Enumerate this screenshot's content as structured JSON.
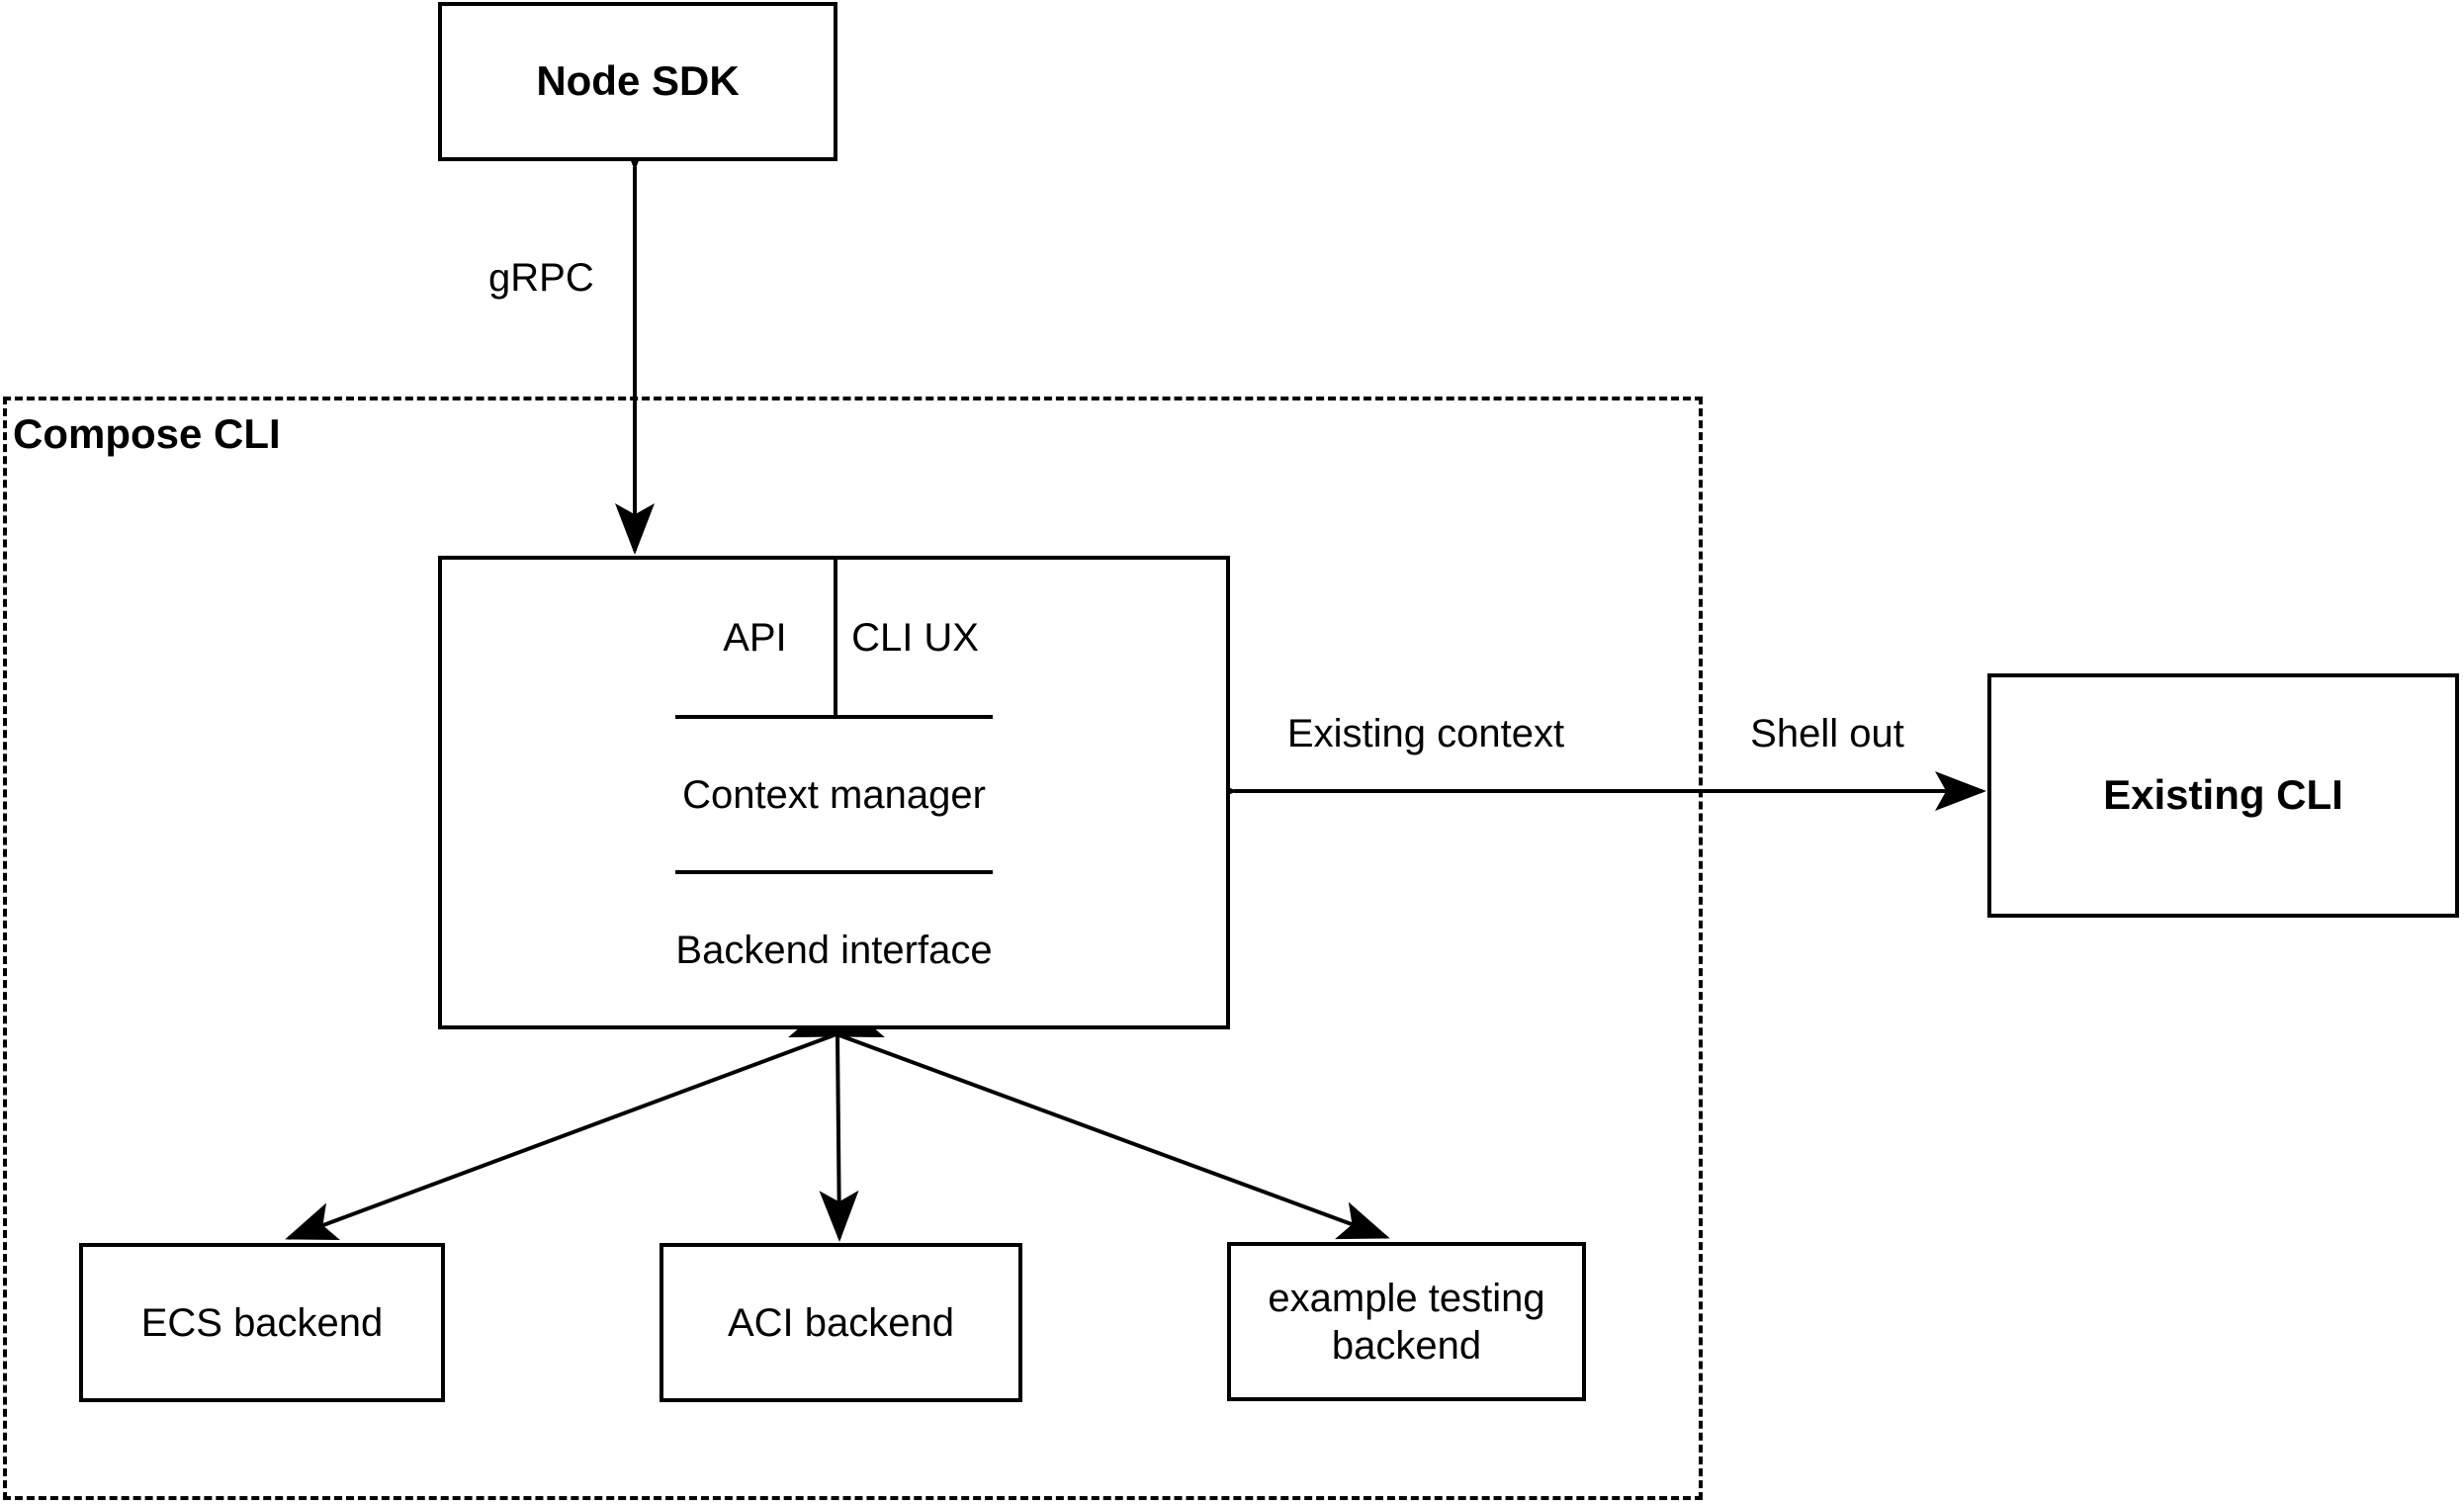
{
  "nodes": {
    "node_sdk": "Node SDK",
    "api": "API",
    "cli_ux": "CLI UX",
    "context_manager": "Context manager",
    "backend_interface": "Backend interface",
    "ecs_backend": "ECS backend",
    "aci_backend": "ACI backend",
    "example_testing_backend": "example testing backend",
    "existing_cli": "Existing CLI"
  },
  "containers": {
    "compose_cli": "Compose CLI"
  },
  "edge_labels": {
    "grpc": "gRPC",
    "existing_context": "Existing context",
    "shell_out": "Shell out"
  },
  "colors": {
    "line": "#000000",
    "text": "#000000",
    "background": "#ffffff"
  }
}
